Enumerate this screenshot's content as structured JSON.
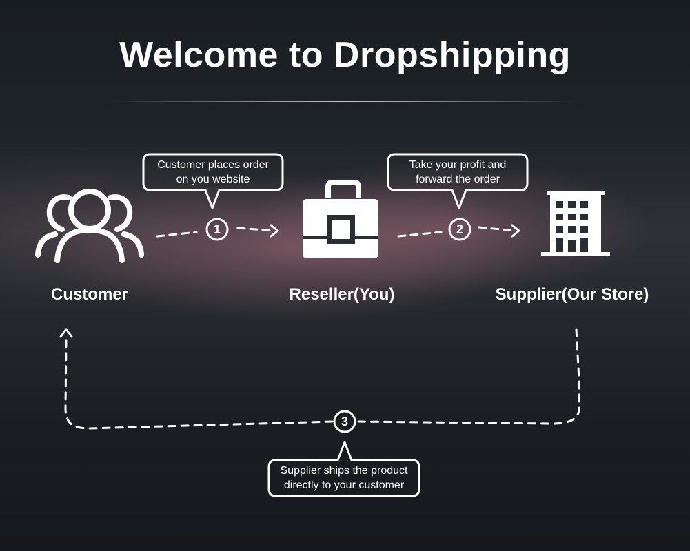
{
  "title": "Welcome to Dropshipping",
  "nodes": [
    {
      "label": "Customer",
      "icon": "customers-icon"
    },
    {
      "label": "Reseller(You)",
      "icon": "briefcase-icon"
    },
    {
      "label": "Supplier(Our Store)",
      "icon": "building-icon"
    }
  ],
  "steps": [
    {
      "number": "1",
      "text_lines": [
        "Customer places order",
        "on you website"
      ]
    },
    {
      "number": "2",
      "text_lines": [
        "Take your profit and",
        "forward the order"
      ]
    },
    {
      "number": "3",
      "text_lines": [
        "Supplier ships the product",
        "directly to your customer"
      ]
    }
  ],
  "colors": {
    "foreground": "#ffffff",
    "background": "#1f2428",
    "accent_glow": "#a86e7d"
  }
}
